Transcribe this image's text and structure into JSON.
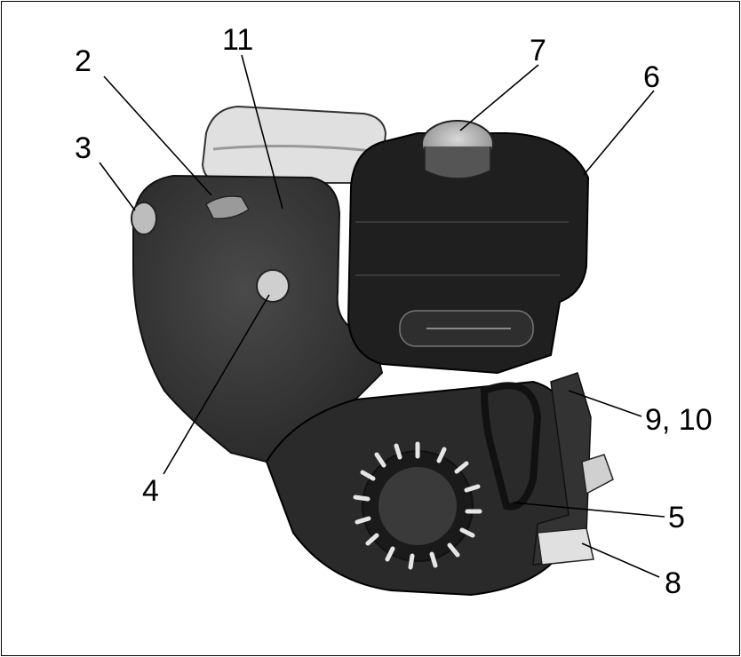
{
  "callouts": [
    {
      "id": "c2",
      "label": "2"
    },
    {
      "id": "c3",
      "label": "3"
    },
    {
      "id": "c4",
      "label": "4"
    },
    {
      "id": "c5",
      "label": "5"
    },
    {
      "id": "c6",
      "label": "6"
    },
    {
      "id": "c7",
      "label": "7"
    },
    {
      "id": "c8",
      "label": "8"
    },
    {
      "id": "c9",
      "label": "9, 10"
    },
    {
      "id": "c11",
      "label": "11"
    }
  ],
  "colors": {
    "border": "#000000",
    "engine_body": "#3a3a3a",
    "engine_dark": "#242424",
    "engine_light": "#d9d9d9",
    "leader": "#000000"
  }
}
